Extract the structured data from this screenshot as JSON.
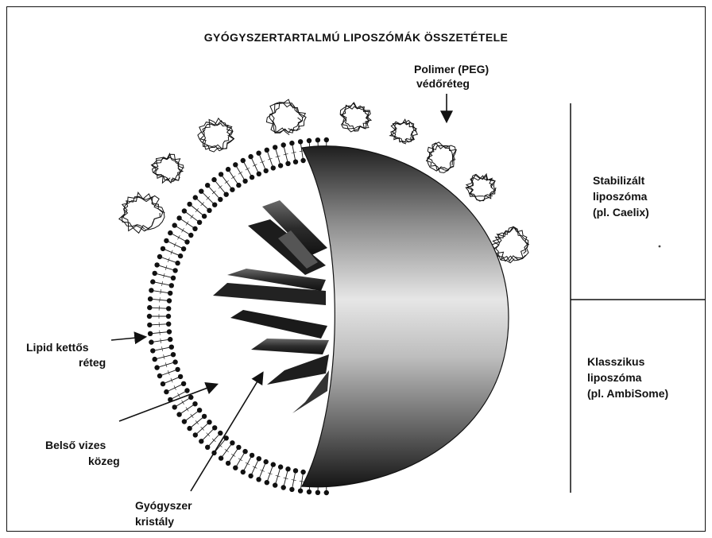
{
  "title": "GYÓGYSZERTARTALMÚ LIPOSZÓMÁK ÖSSZETÉTELE",
  "labels": {
    "peg_line1": "Polimer (PEG)",
    "peg_line2": "védőréteg",
    "lipid_line1": "Lipid kettős",
    "lipid_line2": "réteg",
    "aqueous_line1": "Belső vizes",
    "aqueous_line2": "közeg",
    "drug_line1": "Gyógyszer",
    "drug_line2": "kristály",
    "stabilized_line1": "Stabilizált",
    "stabilized_line2": "liposzóma",
    "stabilized_line3": "(pl. Caelix)",
    "classic_line1": "Klasszikus",
    "classic_line2": "liposzóma",
    "classic_line3": "(pl. AmbiSome)"
  },
  "colors": {
    "ink": "#111111",
    "sphere_light": "#f2f2f2",
    "sphere_dark": "#2a2a2a"
  }
}
